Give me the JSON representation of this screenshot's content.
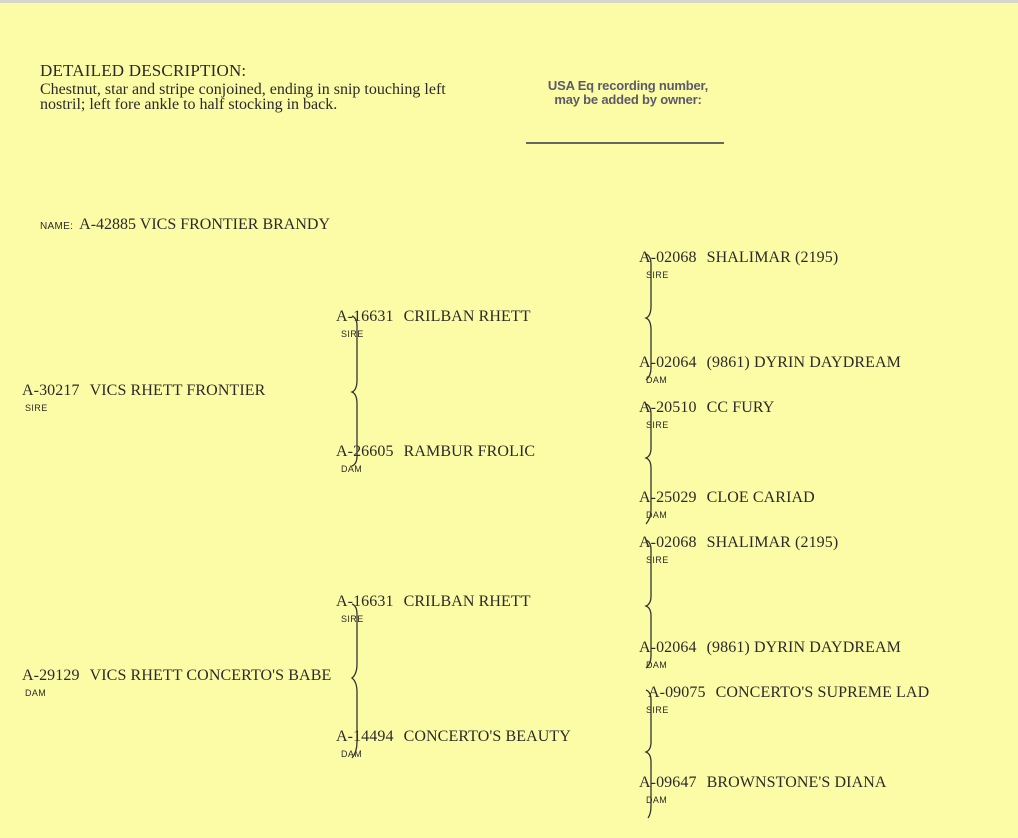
{
  "description": {
    "heading": "DETAILED DESCRIPTION:",
    "line1": "Chestnut, star and stripe conjoined, ending in snip touching left",
    "line2": "nostril; left fore ankle to half stocking in back."
  },
  "stamp": {
    "line1": "USA Eq recording number,",
    "line2": "may be added by owner:"
  },
  "horse": {
    "name_label": "NAME:",
    "name": "A-42885 VICS FRONTIER BRANDY"
  },
  "pedigree": {
    "sire": {
      "number": "A-30217",
      "name": "VICS RHETT FRONTIER",
      "role": "SIRE",
      "sire": {
        "number": "A-16631",
        "name": "CRILBAN RHETT",
        "role": "SIRE",
        "sire": {
          "number": "A-02068",
          "name": "SHALIMAR (2195)",
          "role": "SIRE"
        },
        "dam": {
          "number": "A-02064",
          "name": "(9861) DYRIN DAYDREAM",
          "role": "DAM"
        }
      },
      "dam": {
        "number": "A-26605",
        "name": "RAMBUR FROLIC",
        "role": "DAM",
        "sire": {
          "number": "A-20510",
          "name": "CC FURY",
          "role": "SIRE"
        },
        "dam": {
          "number": "A-25029",
          "name": "CLOE CARIAD",
          "role": "DAM"
        }
      }
    },
    "dam": {
      "number": "A-29129",
      "name": "VICS RHETT CONCERTO'S BABE",
      "role": "DAM",
      "sire": {
        "number": "A-16631",
        "name": "CRILBAN RHETT",
        "role": "SIRE",
        "sire": {
          "number": "A-02068",
          "name": "SHALIMAR (2195)",
          "role": "SIRE"
        },
        "dam": {
          "number": "A-02064",
          "name": "(9861) DYRIN DAYDREAM",
          "role": "DAM"
        }
      },
      "dam": {
        "number": "A-14494",
        "name": "CONCERTO'S BEAUTY",
        "role": "DAM",
        "sire": {
          "number": "A-09075",
          "name": "CONCERTO'S SUPREME LAD",
          "role": "SIRE"
        },
        "dam": {
          "number": "A-09647",
          "name": "BROWNSTONE'S DIANA",
          "role": "DAM"
        }
      }
    }
  }
}
